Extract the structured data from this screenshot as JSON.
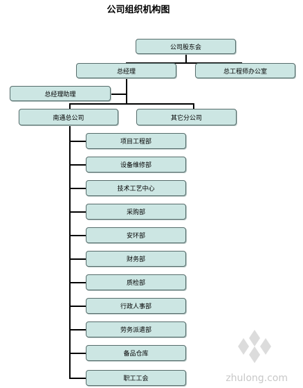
{
  "title": "公司组织机构图",
  "nodes": {
    "board": "公司股东会",
    "gm": "总经理",
    "chief_engineer_office": "总工程师办公室",
    "gm_assistant": "总经理助理",
    "nantong_branch": "南通总公司",
    "other_branches": "其它分公司"
  },
  "departments": [
    "项目工程部",
    "设备维修部",
    "技术工艺中心",
    "采购部",
    "安环部",
    "财务部",
    "质检部",
    "行政人事部",
    "劳务派遣部",
    "备品仓库",
    "职工工会"
  ],
  "watermark": "zhulong.com"
}
